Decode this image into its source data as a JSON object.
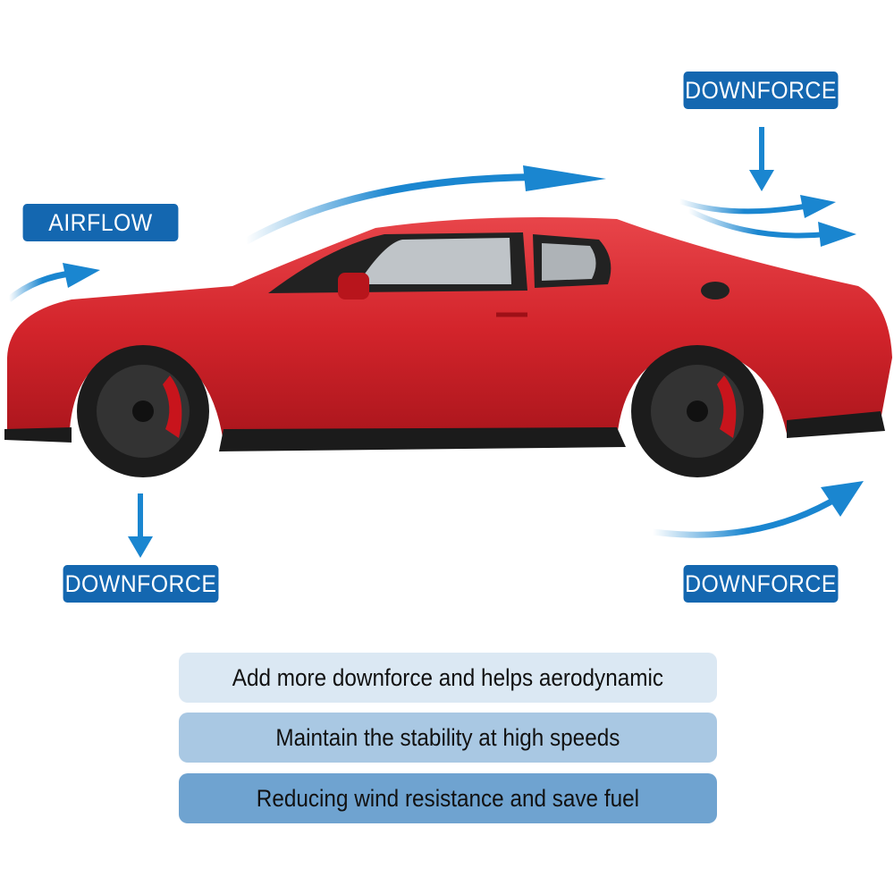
{
  "labels": {
    "airflow": "AIRFLOW",
    "downforce_top_right": "DOWNFORCE",
    "downforce_bottom_left": "DOWNFORCE",
    "downforce_bottom_right": "DOWNFORCE"
  },
  "features": [
    "Add more downforce and helps aerodynamic",
    "Maintain the stability at high speeds",
    "Reducing wind resistance and save fuel"
  ],
  "colors": {
    "label_blue": "#1467b0",
    "arrow_blue": "#1a86d0",
    "car_red": "#d3242b",
    "bar_1": "#dbe8f3",
    "bar_2": "#a9c8e3",
    "bar_3": "#6fa3d0"
  }
}
